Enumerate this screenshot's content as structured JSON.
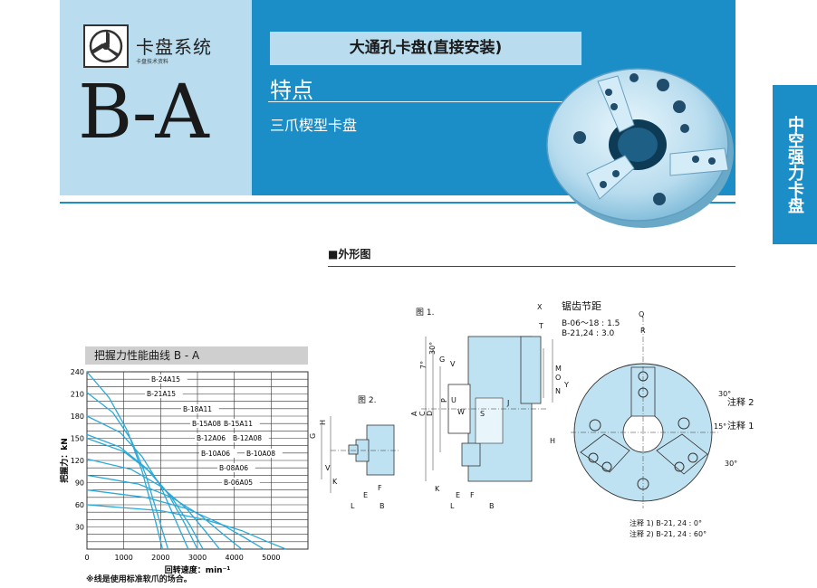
{
  "header": {
    "brand_name": "卡盘系统",
    "brand_sub": "卡盘技术资料",
    "model_code": "B-A",
    "product_title": "大通孔卡盘(直接安装)",
    "feature_title": "特点",
    "feature_desc": "三爪楔型卡盘",
    "side_tab": "中空强力卡盘"
  },
  "outline": {
    "heading": "■外形图",
    "fig1": "图 1.",
    "fig2": "图 2.",
    "pitch_title": "锯齿节距",
    "pitch_lines": [
      "B-06～18 : 1.5",
      "B-21,24 : 3.0"
    ],
    "note1_label": "注释 1",
    "note2_label": "注释 2",
    "angle_30_top": "30°",
    "angle_15": "15°",
    "angle_30_bottom": "30°",
    "foot_notes": [
      "注释 1)  B-21, 24 : 0°",
      "注释 2)  B-21, 24 : 60°"
    ],
    "dims": [
      "X",
      "T",
      "Q",
      "R",
      "G",
      "V",
      "M",
      "O",
      "N",
      "Y",
      "U",
      "W",
      "S",
      "J",
      "H",
      "K",
      "E",
      "F",
      "L",
      "B",
      "A",
      "C",
      "D",
      "P",
      "7°",
      "30°"
    ],
    "fig2_dims": [
      "G",
      "H",
      "V",
      "K",
      "E",
      "F",
      "L",
      "B"
    ]
  },
  "chart_data": {
    "type": "line",
    "title": "把握力性能曲线 B - A",
    "xlabel": "回转速度：min⁻¹",
    "ylabel": "把握力：kN",
    "xlim": [
      0,
      6000
    ],
    "ylim": [
      0,
      240
    ],
    "x_ticks": [
      "0",
      "1000",
      "2000",
      "3000",
      "4000",
      "5000"
    ],
    "y_ticks": [
      "240",
      "210",
      "180",
      "150",
      "120",
      "90",
      "60",
      "30"
    ],
    "note": "※线是使用标准软爪的场合。",
    "series_labels": [
      "B-24A15",
      "B-21A15",
      "B-18A11",
      "B-15A08",
      "B-15A11",
      "B-12A06",
      "B-12A08",
      "B-10A06",
      "B-10A08",
      "B-08A06",
      "B-06A05"
    ],
    "series": [
      {
        "name": "B-24A15",
        "x": [
          0,
          600,
          1100,
          1500,
          1800,
          2050
        ],
        "y": [
          240,
          205,
          160,
          105,
          50,
          0
        ]
      },
      {
        "name": "B-21A15",
        "x": [
          0,
          700,
          1200,
          1600,
          1900,
          2200
        ],
        "y": [
          212,
          185,
          148,
          100,
          50,
          0
        ]
      },
      {
        "name": "B-18A11",
        "x": [
          0,
          900,
          1500,
          2000,
          2400,
          2750
        ],
        "y": [
          180,
          158,
          125,
          85,
          40,
          0
        ]
      },
      {
        "name": "B-15A08",
        "x": [
          0,
          1000,
          1700,
          2300,
          2800,
          3150
        ],
        "y": [
          150,
          132,
          105,
          70,
          32,
          0
        ]
      },
      {
        "name": "B-15A11",
        "x": [
          0,
          900,
          1600,
          2200,
          2650,
          3000
        ],
        "y": [
          155,
          138,
          110,
          75,
          35,
          0
        ]
      },
      {
        "name": "B-12A06",
        "x": [
          0,
          1200,
          2000,
          2700,
          3200,
          3600
        ],
        "y": [
          122,
          108,
          85,
          55,
          25,
          0
        ]
      },
      {
        "name": "B-10A06",
        "x": [
          0,
          1400,
          2300,
          3100,
          3700,
          4200
        ],
        "y": [
          100,
          88,
          70,
          45,
          20,
          0
        ]
      },
      {
        "name": "B-08A06",
        "x": [
          0,
          1600,
          2700,
          3600,
          4300,
          4800
        ],
        "y": [
          80,
          70,
          55,
          35,
          15,
          0
        ]
      },
      {
        "name": "B-06A05",
        "x": [
          0,
          2000,
          3200,
          4200,
          4900,
          5400
        ],
        "y": [
          60,
          52,
          40,
          25,
          10,
          0
        ]
      }
    ],
    "grid": true,
    "colors": {
      "line": "#2aa9d9",
      "grid": "#333333"
    }
  },
  "colors": {
    "brand_blue": "#1c8ec7",
    "light_blue": "#b9ddef",
    "part_blue": "#bfe2f2"
  }
}
